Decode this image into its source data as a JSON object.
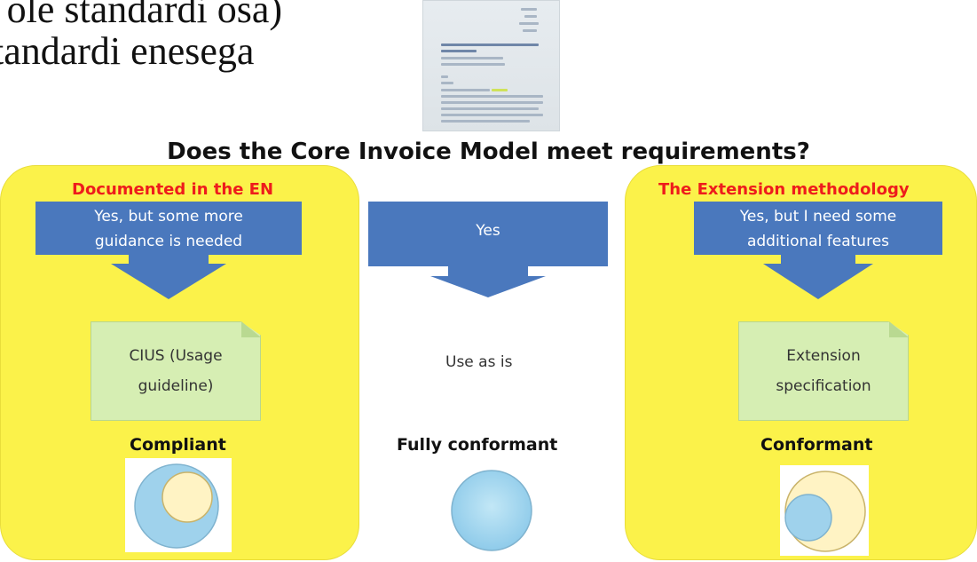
{
  "slide_text": {
    "line1": "r ole standardi osa)",
    "line2": "tandardi enesega"
  },
  "question": "Does the Core Invoice Model meet requirements?",
  "left": {
    "panel_title": "Documented in the EN",
    "callout": [
      "Yes, but some more",
      "guidance is needed"
    ],
    "note": [
      "CIUS (Usage",
      "guideline)"
    ],
    "label": "Compliant"
  },
  "center": {
    "callout": "Yes",
    "result": "Use as is",
    "label": "Fully conformant"
  },
  "right": {
    "panel_title": "The Extension methodology",
    "callout": [
      "Yes, but I need some",
      "additional features"
    ],
    "note": [
      "Extension",
      "specification"
    ],
    "label": "Conformant"
  },
  "colors": {
    "panel": "#fbf24a",
    "panel_title": "#ee1c1c",
    "callout": "#4a78bd",
    "note": "#d6eeb3",
    "core_circle": "#8fcbea",
    "extra_circle": "#fff3c4"
  }
}
